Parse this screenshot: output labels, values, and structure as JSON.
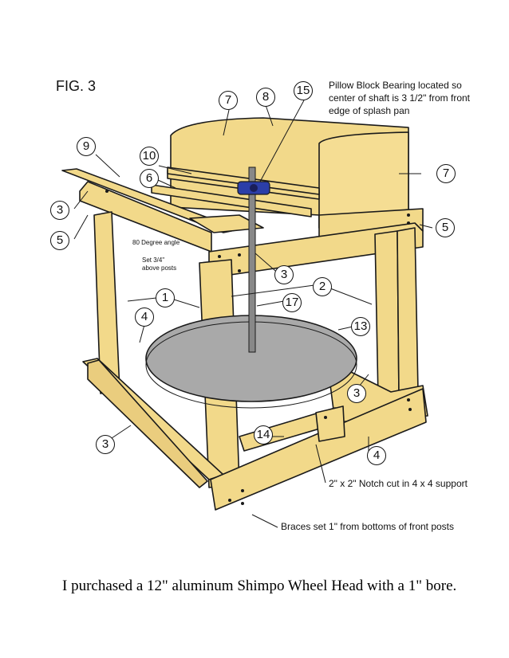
{
  "figure": {
    "title": "FIG. 3",
    "notes": {
      "bearing": "Pillow Block Bearing located so center of shaft is 3 1/2\" from front edge of splash pan",
      "angle": "80 Degree angle",
      "set_above": "Set 3/4\" above posts",
      "notch": "2\" x 2\" Notch cut in 4 x 4 support",
      "braces": "Braces set 1\" from bottoms of front posts"
    },
    "callouts": [
      {
        "id": "c7a",
        "label": "7"
      },
      {
        "id": "c8",
        "label": "8"
      },
      {
        "id": "c15",
        "label": "15"
      },
      {
        "id": "c9",
        "label": "9"
      },
      {
        "id": "c10",
        "label": "10"
      },
      {
        "id": "c6",
        "label": "6"
      },
      {
        "id": "c7b",
        "label": "7"
      },
      {
        "id": "c3a",
        "label": "3"
      },
      {
        "id": "c5a",
        "label": "5"
      },
      {
        "id": "c5b",
        "label": "5"
      },
      {
        "id": "c3b",
        "label": "3"
      },
      {
        "id": "c2",
        "label": "2"
      },
      {
        "id": "c1",
        "label": "1"
      },
      {
        "id": "c17",
        "label": "17"
      },
      {
        "id": "c4a",
        "label": "4"
      },
      {
        "id": "c13",
        "label": "13"
      },
      {
        "id": "c3c",
        "label": "3"
      },
      {
        "id": "c14",
        "label": "14"
      },
      {
        "id": "c4b",
        "label": "4"
      },
      {
        "id": "c3d",
        "label": "3"
      }
    ]
  },
  "caption": "I purchased a 12\" aluminum Shimpo Wheel Head with a 1\" bore.",
  "colors": {
    "wood": "#f2d98a",
    "wood_dark": "#e0c070",
    "wheel": "#a9a9a9",
    "bearing": "#2b3ea8",
    "outline": "#1a1a1a"
  }
}
